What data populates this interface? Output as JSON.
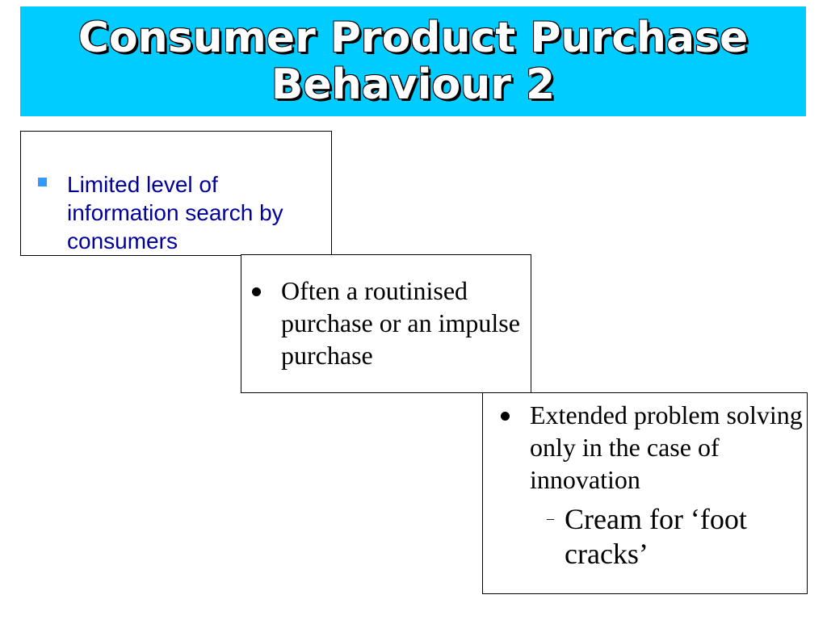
{
  "slide": {
    "title_line1": "Consumer Product Purchase",
    "title_line2": "Behaviour 2",
    "points": [
      {
        "text": "Limited level of information search by consumers"
      },
      {
        "text": "Often a routinised purchase or an impulse purchase"
      },
      {
        "text": "Extended problem solving only in the case of innovation"
      }
    ],
    "sub_point": {
      "dash": "–",
      "text": "Cream for ‘foot cracks’"
    }
  },
  "colors": {
    "title_bar": "#00ccff",
    "title_text": "#ffffff",
    "first_point_text": "#000099",
    "square_bullet": "#3399ff",
    "body_text": "#000000"
  },
  "icons": {
    "first_point_bullet": "square-bullet-icon",
    "other_point_bullet": "round-bullet-icon",
    "sub_point_bullet": "dash-bullet-icon"
  }
}
